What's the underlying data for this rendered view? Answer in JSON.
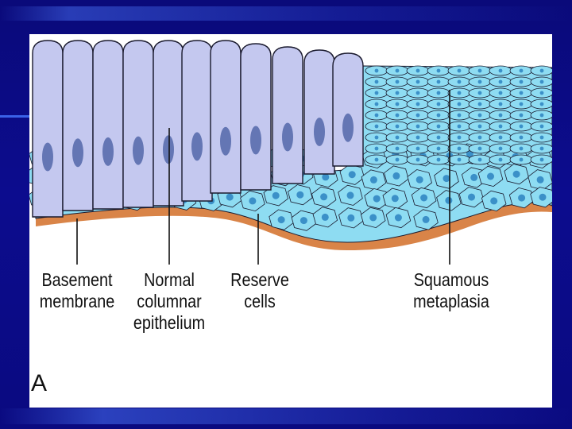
{
  "labels": {
    "basement": [
      "Basement",
      "membrane"
    ],
    "normal": [
      "Normal",
      "columnar",
      "epithelium"
    ],
    "reserve": [
      "Reserve",
      "cells"
    ],
    "squamous": [
      "Squamous",
      "metaplasia"
    ]
  },
  "panel_letter": "A",
  "colors": {
    "background": "#0c0c8e",
    "columnar_cell": "#c4c8ef",
    "nucleus": "#6476b4",
    "reserve_cell": "#8edcf2",
    "membrane": "#d98448",
    "outline": "#1a1a2e"
  }
}
